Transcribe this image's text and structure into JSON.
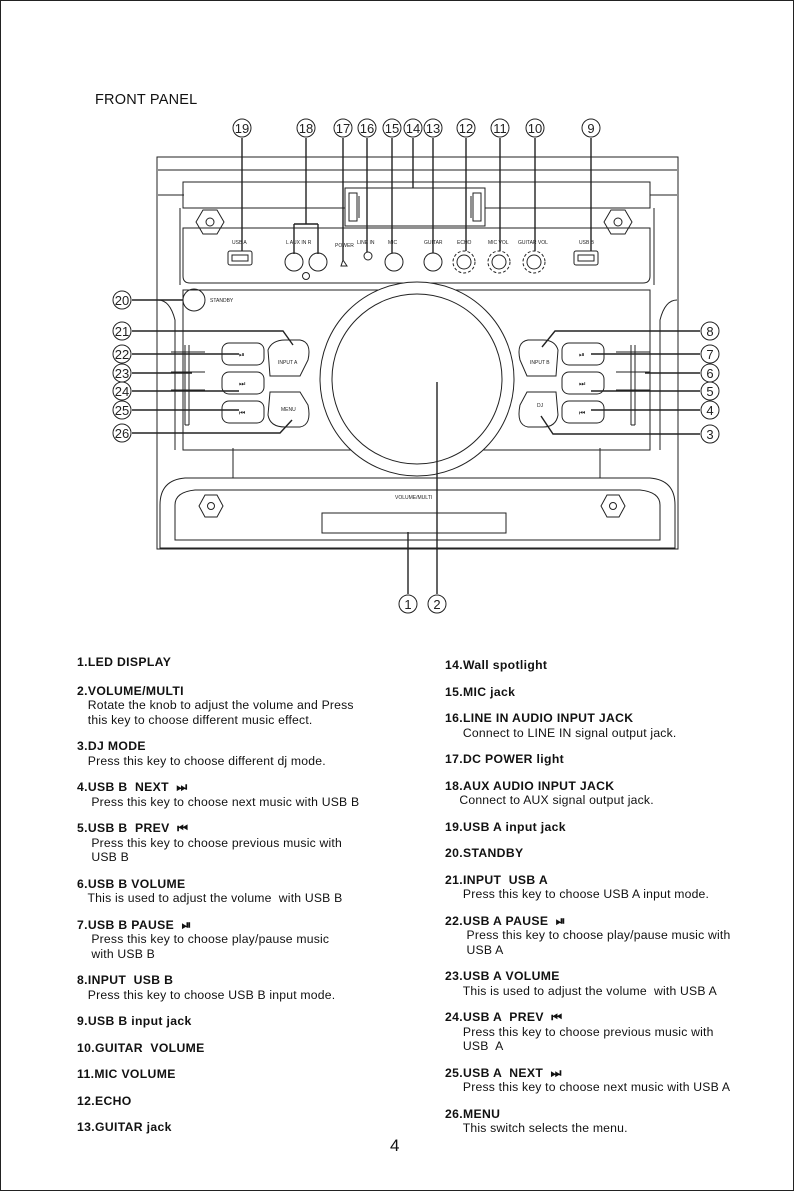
{
  "heading": "FRONT PANEL",
  "page_number": "4",
  "panel_labels": {
    "usb_a": "USB A",
    "aux": "L    AUX IN    R",
    "power": "POWER",
    "line_in": "LINE IN",
    "mic": "MIC",
    "guitar": "GUITAR",
    "echo": "ECHO",
    "mic_vol": "MIC VOL",
    "guitar_vol": "GUITAR VOL",
    "usb_b": "USB B",
    "standby": "STANDBY",
    "input_a": "INPUT A",
    "menu": "MENU",
    "input_b": "INPUT B",
    "dj": "DJ",
    "volume_multi": "VOLUME/MULTI",
    "play_pause_glyph": "⏯",
    "next_glyph": "⏭",
    "prev_glyph": "⏮"
  },
  "callouts": [
    "1",
    "2",
    "3",
    "4",
    "5",
    "6",
    "7",
    "8",
    "9",
    "10",
    "11",
    "12",
    "13",
    "14",
    "15",
    "16",
    "17",
    "18",
    "19",
    "20",
    "21",
    "22",
    "23",
    "24",
    "25",
    "26"
  ],
  "left_items": [
    {
      "title": "1.LED DISPLAY",
      "desc": ""
    },
    {
      "title": "2.VOLUME/MULTI",
      "desc": "   Rotate the knob to adjust the volume and Press\n   this key to choose different music effect."
    },
    {
      "title": "3.DJ MODE",
      "desc": "   Press this key to choose different dj mode."
    },
    {
      "title": "4.USB B  NEXT  ⏭",
      "desc": "    Press this key to choose next music with USB B"
    },
    {
      "title": "5.USB B  PREV  ⏮",
      "desc": "    Press this key to choose previous music with\n    USB B"
    },
    {
      "title": "6.USB B VOLUME",
      "desc": "   This is used to adjust the volume  with USB B"
    },
    {
      "title": "7.USB B PAUSE  ⏯",
      "desc": "    Press this key to choose play/pause music\n    with USB B"
    },
    {
      "title": "8.INPUT  USB B",
      "desc": "   Press this key to choose USB B input mode."
    },
    {
      "title": "9.USB B input jack",
      "desc": ""
    },
    {
      "title": "10.GUITAR  VOLUME",
      "desc": ""
    },
    {
      "title": "11.MIC VOLUME",
      "desc": ""
    },
    {
      "title": "12.ECHO",
      "desc": ""
    },
    {
      "title": "13.GUITAR jack",
      "desc": ""
    }
  ],
  "right_items": [
    {
      "title": "14.Wall spotlight",
      "desc": ""
    },
    {
      "title": "15.MIC jack",
      "desc": ""
    },
    {
      "title": "16.LINE IN AUDIO INPUT JACK",
      "desc": "     Connect to LINE IN signal output jack."
    },
    {
      "title": "17.DC POWER light",
      "desc": ""
    },
    {
      "title": "18.AUX AUDIO INPUT JACK",
      "desc": "    Connect to AUX signal output jack."
    },
    {
      "title": "19.USB A input jack",
      "desc": ""
    },
    {
      "title": "20.STANDBY",
      "desc": ""
    },
    {
      "title": "21.INPUT  USB A",
      "desc": "     Press this key to choose USB A input mode."
    },
    {
      "title": "22.USB A PAUSE  ⏯",
      "desc": "      Press this key to choose play/pause music with\n      USB A"
    },
    {
      "title": "23.USB A VOLUME",
      "desc": "     This is used to adjust the volume  with USB A"
    },
    {
      "title": "24.USB A  PREV  ⏮",
      "desc": "     Press this key to choose previous music with\n     USB  A"
    },
    {
      "title": "25.USB A  NEXT  ⏭",
      "desc": "     Press this key to choose next music with USB A"
    },
    {
      "title": "26.MENU",
      "desc": "     This switch selects the menu."
    }
  ]
}
